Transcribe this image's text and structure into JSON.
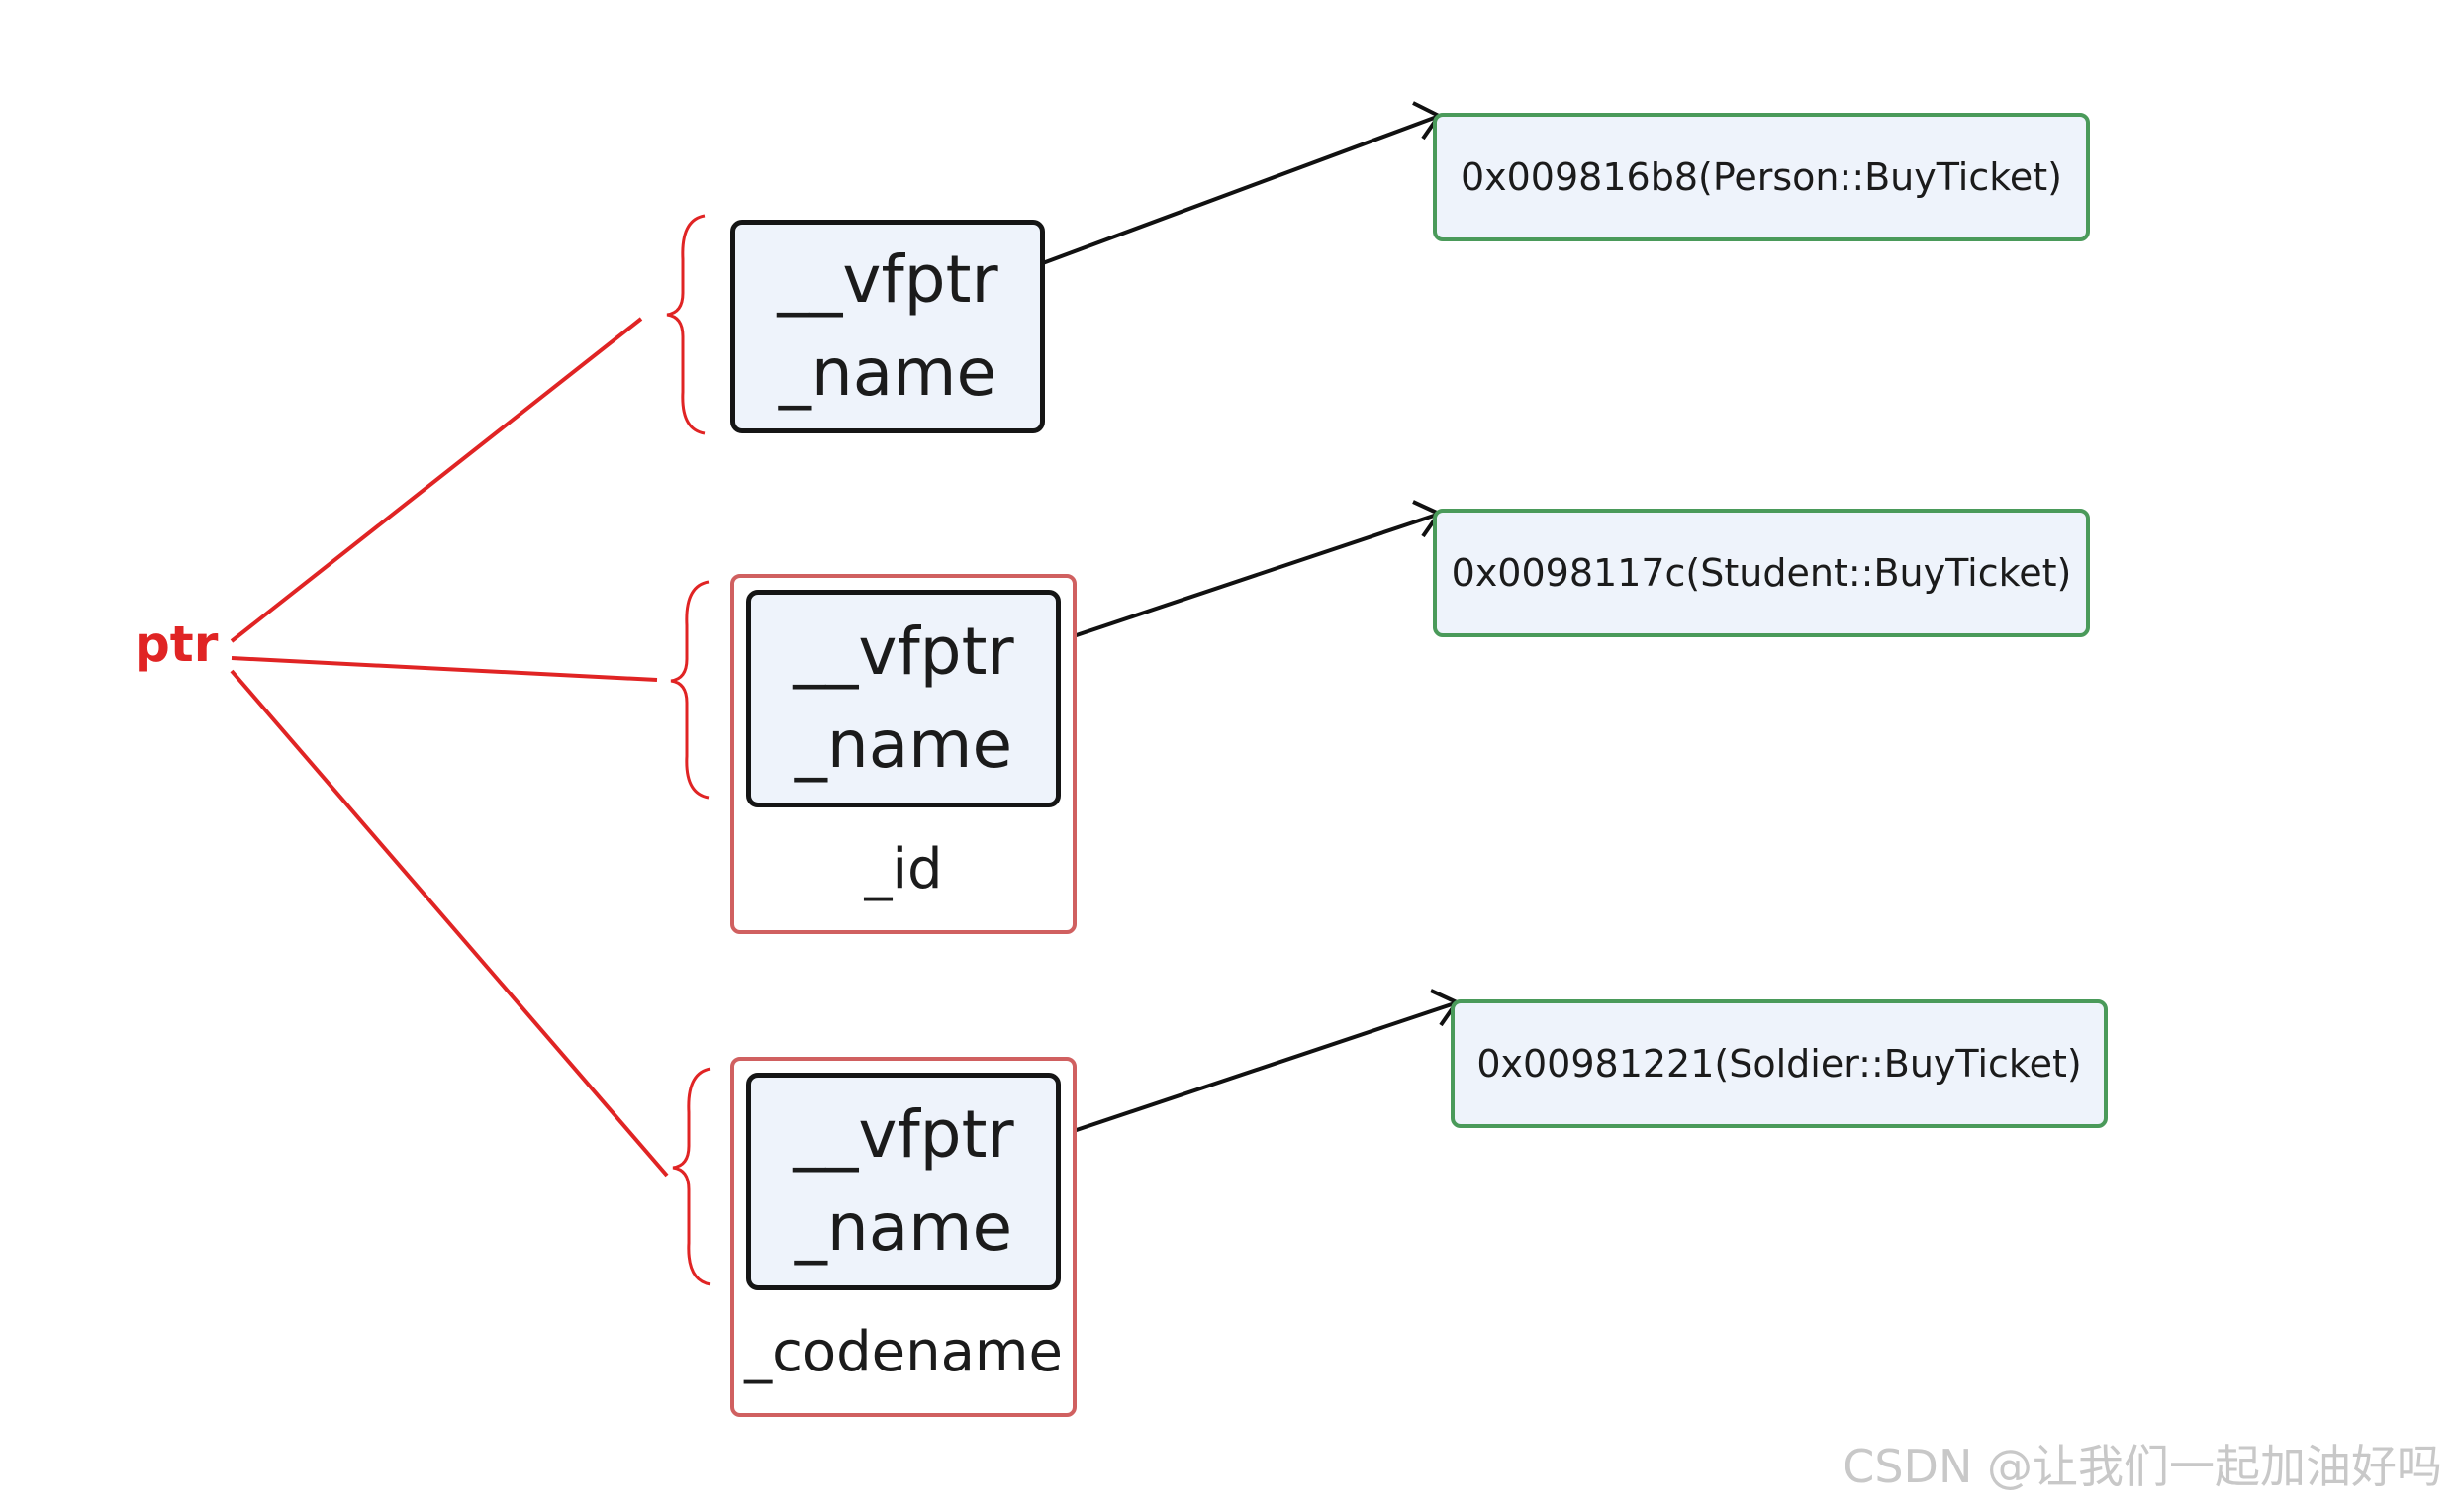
{
  "pointer": {
    "label": "ptr"
  },
  "objects": [
    {
      "fields": [
        "__vfptr",
        "_name"
      ],
      "extra_field": ""
    },
    {
      "fields": [
        "__vfptr",
        "_name"
      ],
      "extra_field": "_id"
    },
    {
      "fields": [
        "__vfptr",
        "_name"
      ],
      "extra_field": "_codename"
    }
  ],
  "vtable_entries": [
    "0x009816b8(Person::BuyTicket)",
    "0x0098117c(Student::BuyTicket)",
    "0x00981221(Soldier::BuyTicket)"
  ],
  "colors": {
    "pointer_red": "#e02424",
    "derived_box_border": "#d06060",
    "vtable_box_border": "#4a9a5a",
    "box_fill": "#eef3fb",
    "arrow": "#111111"
  },
  "watermark": "CSDN @让我们一起加油好吗"
}
